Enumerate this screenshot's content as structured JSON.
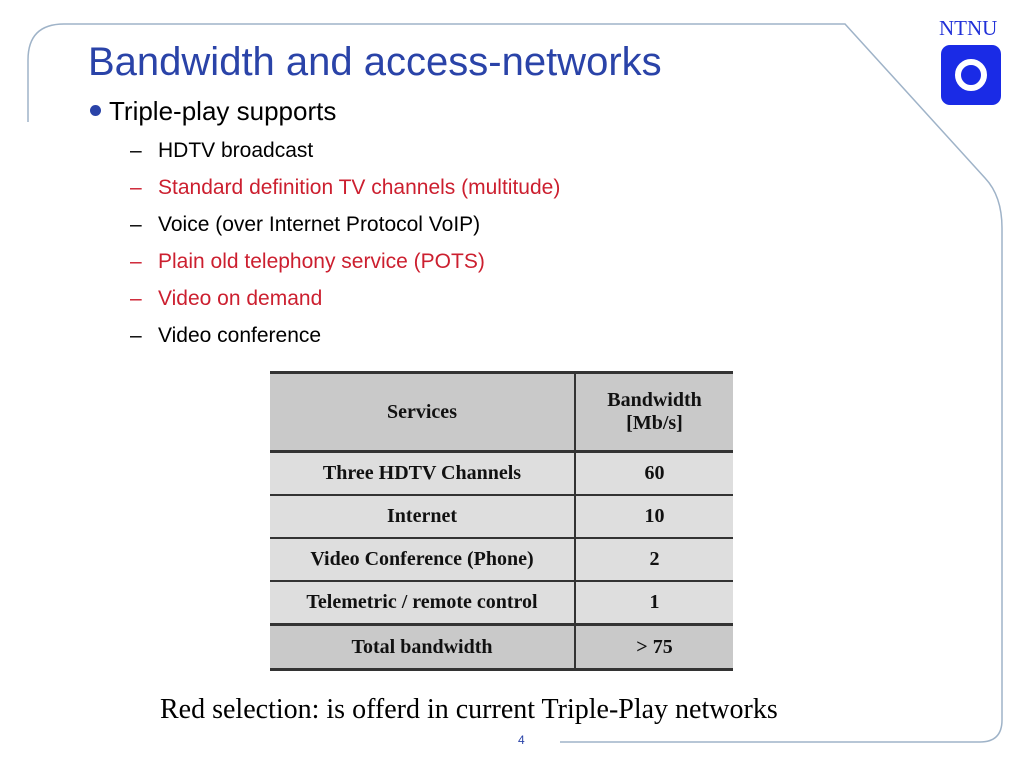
{
  "logo": {
    "text": "NTNU"
  },
  "slide": {
    "title": "Bandwidth and access-networks",
    "bullet": "Triple-play supports",
    "subitems": [
      {
        "text": "HDTV broadcast",
        "color": "#000000"
      },
      {
        "text": "Standard definition TV channels (multitude)",
        "color": "#cc1f2f"
      },
      {
        "text": "Voice (over Internet Protocol VoIP)",
        "color": "#000000"
      },
      {
        "text": "Plain old telephony service (POTS)",
        "color": "#cc1f2f"
      },
      {
        "text": "Video on demand",
        "color": "#cc1f2f"
      },
      {
        "text": "Video conference",
        "color": "#000000"
      }
    ],
    "dash": "–",
    "caption": "Red selection: is offerd in current Triple-Play networks",
    "page_number": "4"
  },
  "table": {
    "headers": {
      "services": "Services",
      "bandwidth_line1": "Bandwidth",
      "bandwidth_line2": "[Mb/s]"
    },
    "rows": [
      {
        "service": "Three HDTV Channels",
        "bandwidth": "60"
      },
      {
        "service": "Internet",
        "bandwidth": "10"
      },
      {
        "service": "Video Conference (Phone)",
        "bandwidth": "2"
      },
      {
        "service": "Telemetric / remote control",
        "bandwidth": "1"
      }
    ],
    "footer": {
      "service": "Total bandwidth",
      "bandwidth": "> 75"
    }
  },
  "colors": {
    "accent": "#2a43a8",
    "logo_blue": "#1a2be6",
    "highlight_red": "#cc1f2f",
    "frame": "#9fb3c8"
  }
}
